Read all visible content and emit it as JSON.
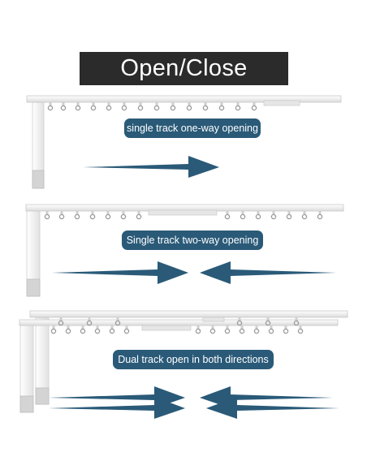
{
  "title": "Open/Close Method",
  "sections": [
    {
      "label": "single track one-way opening"
    },
    {
      "label": "Single track two-way opening"
    },
    {
      "label": "Dual track open in both directions"
    }
  ],
  "colors": {
    "title_bg": "#2b2b2b",
    "label_bg": "#2a5a78",
    "arrow": "#2a5a78",
    "track": "#f2f2f2"
  },
  "icons": [
    "curtain-track-illustration",
    "arrow-right-icon",
    "arrow-left-icon"
  ]
}
